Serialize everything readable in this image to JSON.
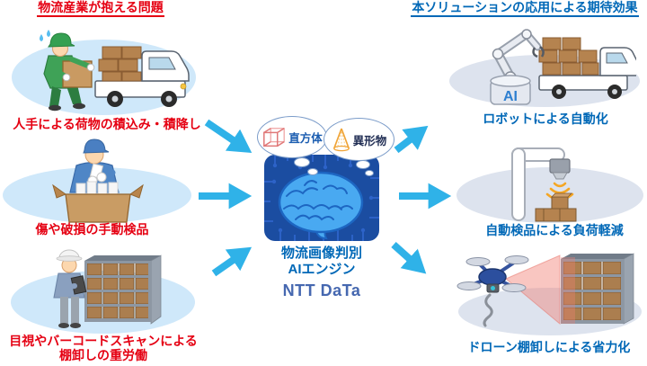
{
  "left_column": {
    "title": "物流産業が抱える問題",
    "items": [
      {
        "caption": "人手による荷物の積込み・積降し",
        "illustration": "worker-loading-truck"
      },
      {
        "caption": "傷や破損の手動検品",
        "illustration": "manual-inspection"
      },
      {
        "caption_line1": "目視やバーコードスキャンによる",
        "caption_line2": "棚卸しの重労働",
        "illustration": "inventory-check-shelf"
      }
    ]
  },
  "center": {
    "thought_left_label": "直方体",
    "thought_right_label": "異形物",
    "caption_line1": "物流画像判別",
    "caption_line2": "AIエンジン",
    "logo_text": "NTT DaTa"
  },
  "right_column": {
    "title": "本ソリューションの応用による期待効果",
    "items": [
      {
        "caption": "ロボットによる自動化",
        "ai_label": "AI",
        "illustration": "robot-arm-truck"
      },
      {
        "caption": "自動検品による負荷軽減",
        "illustration": "auto-inspection-scanner"
      },
      {
        "caption": "ドローン棚卸しによる省力化",
        "illustration": "drone-inventory-shelf"
      }
    ]
  },
  "colors": {
    "problem_red": "#e50012",
    "effect_blue": "#0068b7",
    "arrow_cyan": "#2fb2e8",
    "chip_navy": "#1b4da1",
    "logo_blue": "#4668b0",
    "left_ellipse": "#cfe8fa",
    "right_ellipse": "#dde3ee"
  }
}
